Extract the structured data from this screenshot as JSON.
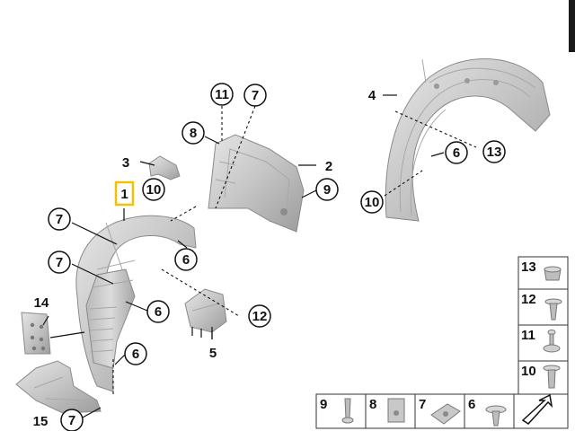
{
  "callouts": {
    "c1": "1",
    "c2": "2",
    "c3": "3",
    "c4": "4",
    "c5": "5",
    "c6a": "6",
    "c6b": "6",
    "c6c": "6",
    "c6d": "6",
    "c7a": "7",
    "c7b": "7",
    "c7c": "7",
    "c7d": "7",
    "c8": "8",
    "c9": "9",
    "c10a": "10",
    "c10b": "10",
    "c11": "11",
    "c12": "12",
    "c13": "13",
    "c14": "14",
    "c15": "15"
  },
  "legend_side": [
    "13",
    "12",
    "11",
    "10"
  ],
  "legend_bottom": [
    "9",
    "8",
    "7",
    "6"
  ],
  "colors": {
    "highlight": "#f2c200",
    "part": "#c8c8c8"
  }
}
